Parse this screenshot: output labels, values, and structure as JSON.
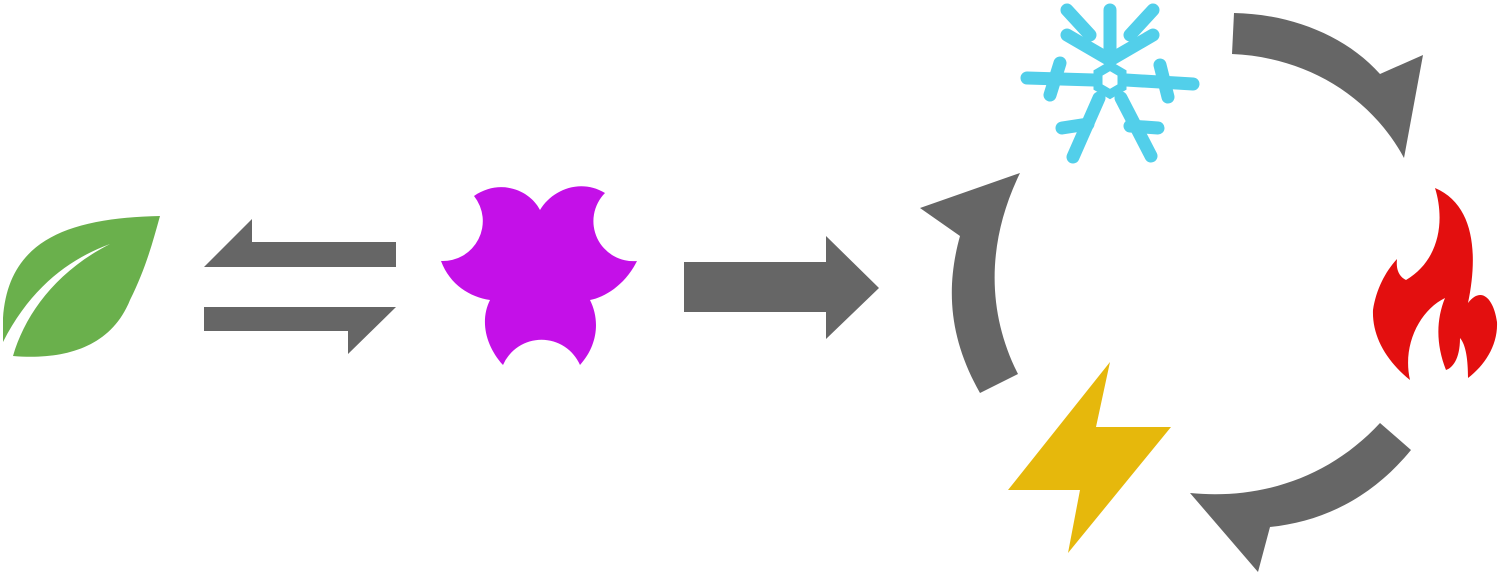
{
  "diagram": {
    "nodes": [
      {
        "id": "leaf",
        "icon": "leaf-icon",
        "color": "#6AB04C"
      },
      {
        "id": "biohazard",
        "icon": "biohazard-icon",
        "color": "#C410E8"
      },
      {
        "id": "snowflake",
        "icon": "snowflake-icon",
        "color": "#52CFEA"
      },
      {
        "id": "fire",
        "icon": "fire-icon",
        "color": "#E30F0F"
      },
      {
        "id": "lightning",
        "icon": "lightning-icon",
        "color": "#E6B80C"
      }
    ],
    "connectors": [
      {
        "from": "leaf",
        "to": "biohazard",
        "type": "equilibrium-arrows"
      },
      {
        "from": "biohazard",
        "to": "cycle",
        "type": "arrow"
      },
      {
        "from": "lightning",
        "to": "snowflake",
        "type": "cycle-arrow"
      },
      {
        "from": "snowflake",
        "to": "fire",
        "type": "cycle-arrow"
      },
      {
        "from": "fire",
        "to": "lightning",
        "type": "cycle-arrow"
      }
    ],
    "arrow_color": "#666666"
  }
}
